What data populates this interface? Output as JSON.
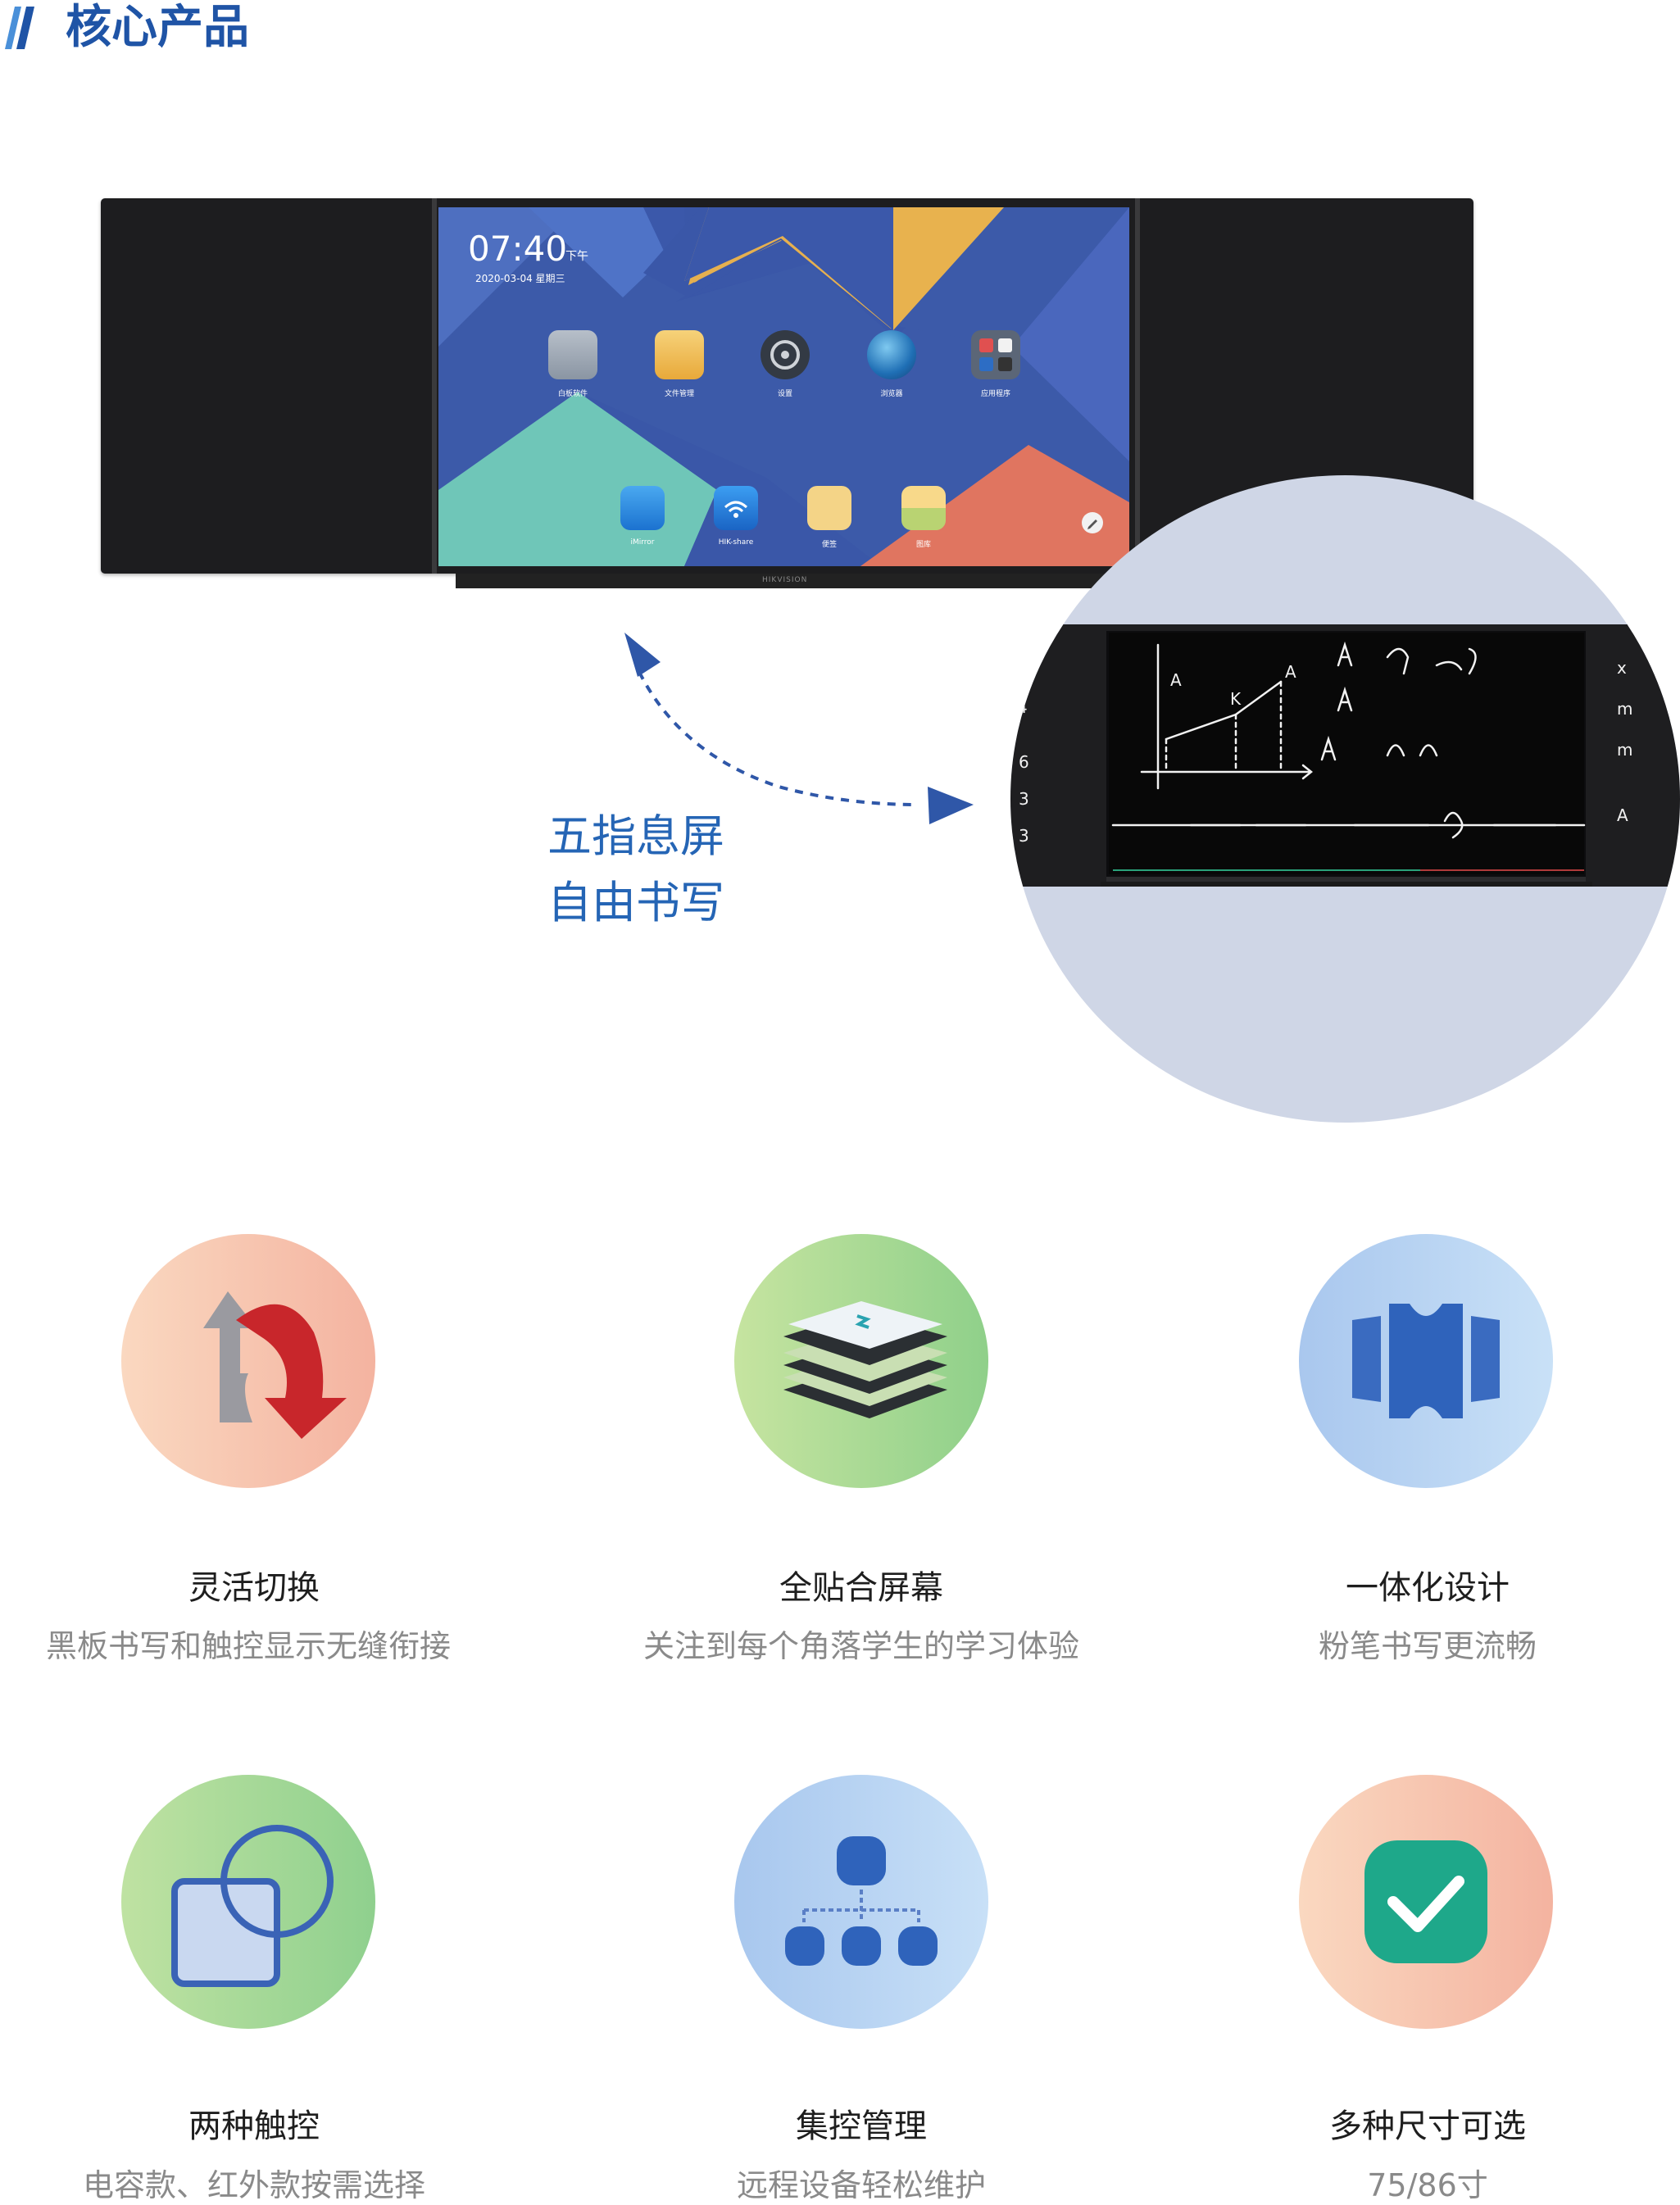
{
  "header": {
    "title": "核心产品"
  },
  "screen": {
    "time": "07:40",
    "ampm": "下午",
    "date": "2020-03-04  星期三",
    "apps_row1": [
      "白板软件",
      "文件管理",
      "设置",
      "浏览器",
      "应用程序"
    ],
    "apps_row2": [
      "iMirror",
      "HIK-share",
      "便签",
      "图库"
    ],
    "brand": "HIKVISION"
  },
  "callout": {
    "line1": "五指息屏",
    "line2": "自由书写"
  },
  "features": [
    {
      "title": "灵活切换",
      "desc": "黑板书写和触控显示无缝衔接"
    },
    {
      "title": "全贴合屏幕",
      "desc": "关注到每个角落学生的学习体验"
    },
    {
      "title": "一体化设计",
      "desc": "粉笔书写更流畅"
    },
    {
      "title": "两种触控",
      "desc": "电容款、红外款按需选择"
    },
    {
      "title": "集控管理",
      "desc": "远程设备轻松维护"
    },
    {
      "title": "多种尺寸可选",
      "desc": "75/86寸"
    }
  ],
  "icons": [
    "switch-arrows-icon",
    "laminated-layers-icon",
    "integrated-board-icon",
    "touch-shapes-icon",
    "org-network-icon",
    "checkmark-icon"
  ],
  "colors": {
    "accent": "#1f54a6",
    "callout_blue": "#2565b5"
  }
}
